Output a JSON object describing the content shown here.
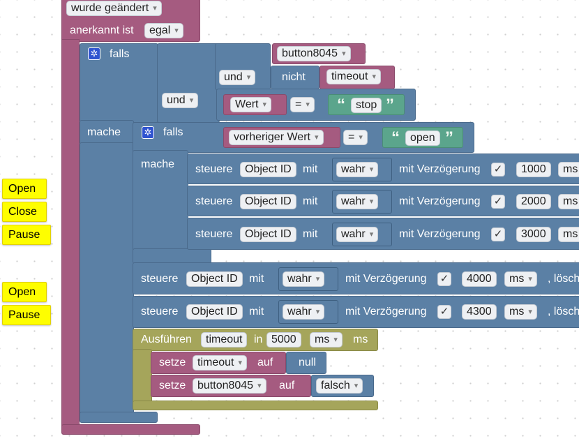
{
  "event": {
    "trigger_label": "wurde geändert",
    "ack_label": "anerkannt ist",
    "ack_value": "egal"
  },
  "if_outer": {
    "falls_label": "falls",
    "mache_label": "mache",
    "and_label": "und",
    "var_button": "button8045",
    "not_label": "nicht",
    "var_timeout": "timeout",
    "wert_label": "Wert",
    "op_eq": "=",
    "text_stop": "stop"
  },
  "if_inner": {
    "falls_label": "falls",
    "mache_label": "mache",
    "prev_label": "vorheriger Wert",
    "op_eq": "=",
    "text_open": "open"
  },
  "control_labels": {
    "control": "steuere",
    "object": "Object ID",
    "with": "mit",
    "delay": "mit Verzögerung",
    "check": "✓",
    "ms_unit": "ms",
    "delete": ", lösch"
  },
  "inner_controls": [
    {
      "value": "wahr",
      "delay": "1000"
    },
    {
      "value": "wahr",
      "delay": "2000"
    },
    {
      "value": "wahr",
      "delay": "3000"
    }
  ],
  "outer_controls": [
    {
      "value": "wahr",
      "delay": "4000"
    },
    {
      "value": "wahr",
      "delay": "4300"
    }
  ],
  "timer": {
    "run_label": "Ausführen",
    "timeout_var": "timeout",
    "in_label": "in",
    "duration": "5000",
    "unit_dropdown": "ms",
    "unit_label": "ms"
  },
  "set_blocks": [
    {
      "label": "setze",
      "var": "timeout",
      "to": "auf",
      "value": "null"
    },
    {
      "label": "setze",
      "var": "button8045",
      "to": "auf",
      "value": "falsch"
    }
  ],
  "comments": [
    "Open",
    "Close",
    "Pause",
    "Open",
    "Pause"
  ],
  "colors": {
    "event": "#a55b80",
    "logic": "#5b80a5",
    "timer": "#a5a55b",
    "text": "#5ba58c",
    "comment": "#fefe00"
  }
}
